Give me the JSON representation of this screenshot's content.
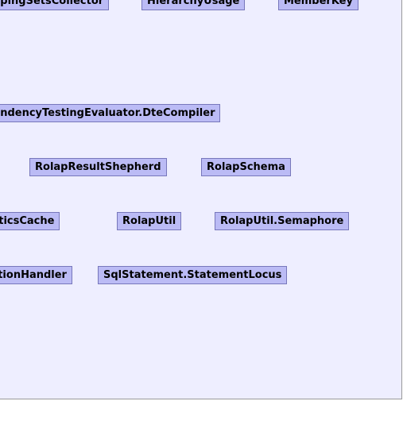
{
  "nodes": {
    "grouping_sets_collector": "GroupingSetsCollector",
    "hierarchy_usage": "HierarchyUsage",
    "member_key": "MemberKey",
    "dte_compiler": "RolapDependencyTestingEvaluator.DteCompiler",
    "rolap_result_shepherd": "RolapResultShepherd",
    "rolap_schema": "RolapSchema",
    "statistics_cache": "RolapStatisticsCache",
    "rolap_util": "RolapUtil",
    "rolap_util_semaphore": "RolapUtil.Semaphore",
    "exception_handler": "SqlExceptionHandler",
    "statement_locus": "SqlStatement.StatementLocus"
  },
  "colors": {
    "panel_background": "#eeeeff",
    "node_fill": "#bbbbf5",
    "node_border": "#7777bb"
  }
}
